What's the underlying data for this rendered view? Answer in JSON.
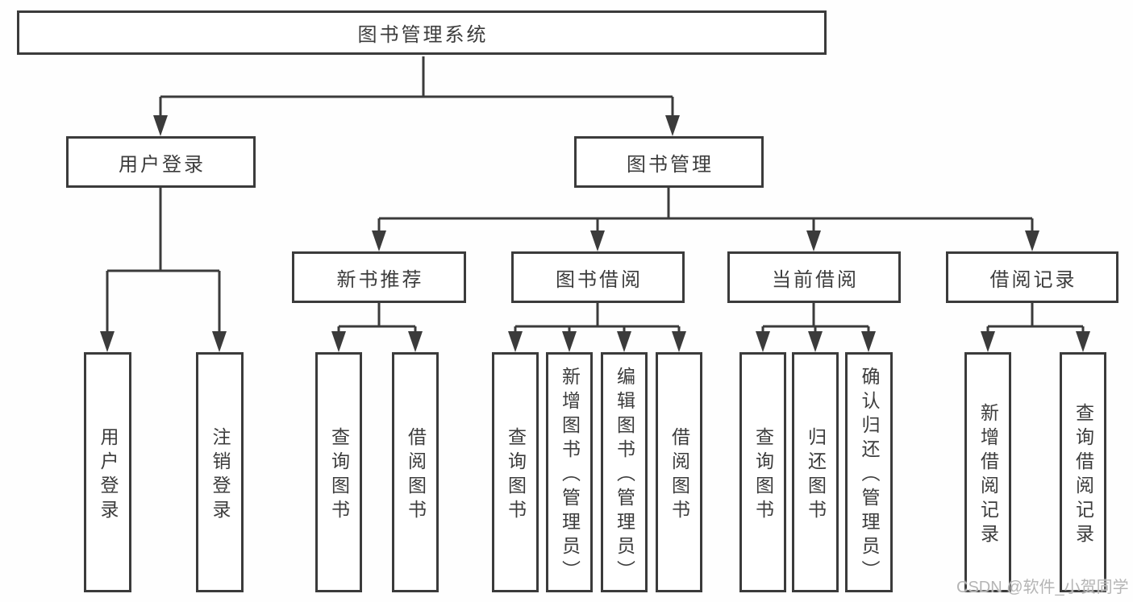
{
  "tree": {
    "root": {
      "label": "图书管理系统"
    },
    "branches": [
      {
        "label": "用户登录",
        "children": [
          {
            "label": "用户登录"
          },
          {
            "label": "注销登录"
          }
        ]
      },
      {
        "label": "图书管理",
        "children": [
          {
            "label": "新书推荐",
            "children": [
              {
                "label": "查询图书"
              },
              {
                "label": "借阅图书"
              }
            ]
          },
          {
            "label": "图书借阅",
            "children": [
              {
                "label": "查询图书"
              },
              {
                "label": "新增图书（管理员）"
              },
              {
                "label": "编辑图书（管理员）"
              },
              {
                "label": "借阅图书"
              }
            ]
          },
          {
            "label": "当前借阅",
            "children": [
              {
                "label": "查询图书"
              },
              {
                "label": "归还图书"
              },
              {
                "label": "确认归还（管理员）"
              }
            ]
          },
          {
            "label": "借阅记录",
            "children": [
              {
                "label": "新增借阅记录"
              },
              {
                "label": "查询借阅记录"
              }
            ]
          }
        ]
      }
    ]
  },
  "watermark": {
    "text": "CSDN @软件_小贺同学"
  },
  "colors": {
    "line": "#3b3b3b",
    "text": "#3c3c3c",
    "box_fill": "#ffffff",
    "background": "#fefefe",
    "watermark": "#b5b5b5"
  }
}
